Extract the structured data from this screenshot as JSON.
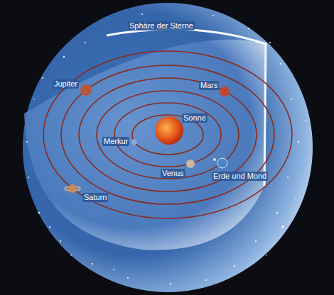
{
  "diagram": {
    "labels": [
      "Sphäre der Sterne",
      "Jupiter",
      "Mars",
      "Sonne",
      "Merkur",
      "Venus",
      "Erde und Mond",
      "Saturn"
    ]
  }
}
